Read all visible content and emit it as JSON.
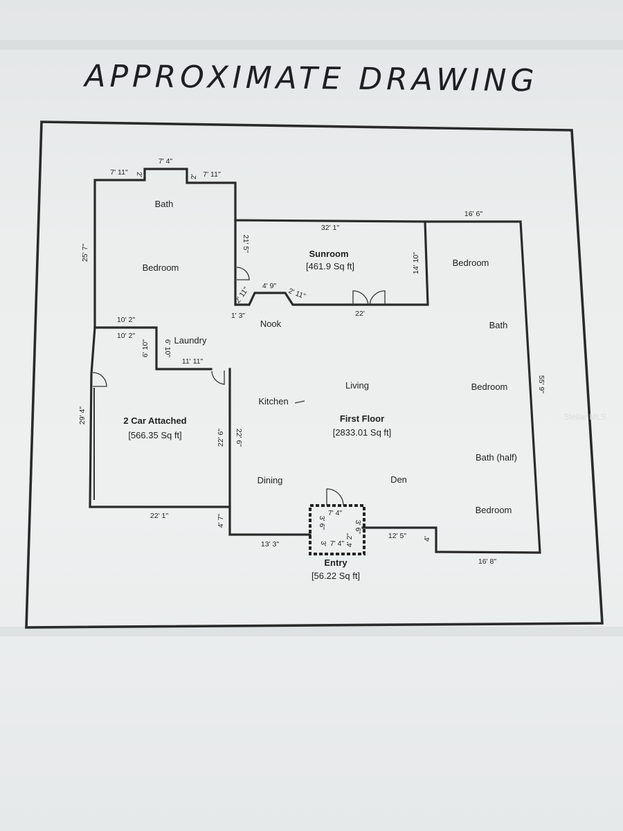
{
  "title": "APPROXIMATE DRAWING",
  "watermark": "Stellar MLS",
  "rooms": {
    "bath_top": "Bath",
    "bedroom_left": "Bedroom",
    "sunroom": "Sunroom",
    "sunroom_area": "[461.9 Sq ft]",
    "bedroom_right_top": "Bedroom",
    "nook": "Nook",
    "bath_right": "Bath",
    "laundry": "Laundry",
    "living": "Living",
    "bedroom_right_mid": "Bedroom",
    "kitchen": "Kitchen",
    "first_floor": "First Floor",
    "first_floor_area": "[2833.01 Sq ft]",
    "garage": "2 Car Attached",
    "garage_area": "[566.35 Sq ft]",
    "bath_half": "Bath (half)",
    "dining": "Dining",
    "den": "Den",
    "bedroom_right_bottom": "Bedroom",
    "entry": "Entry",
    "entry_area": "[56.22 Sq ft]"
  },
  "dimensions": {
    "top_bump": "7' 4\"",
    "top_left": "7' 11\"",
    "top_left_small": "2'",
    "top_right_small": "2'",
    "top_right": "7' 11\"",
    "left_wing_height": "25' 7\"",
    "sunroom_width": "32' 1\"",
    "right_top": "16' 6\"",
    "sunroom_left": "21' 5\"",
    "sunroom_right": "14' 10\"",
    "sunroom_angle_left": "2' 11\"",
    "sunroom_mid": "4' 9\"",
    "sunroom_angle_right": "2' 11\"",
    "sunroom_bottom": "22'",
    "nook_step": "1' 3\"",
    "garage_top_a": "10' 2\"",
    "garage_top_b": "10' 2\"",
    "laundry_side": "6' 10\"",
    "laundry_side_b": "6' 10\"",
    "laundry_bottom": "11' 11\"",
    "right_side": "55' 9\"",
    "garage_left": "29' 4\"",
    "garage_right": "22' 6\"",
    "kitchen_left": "22' 6\"",
    "garage_bottom": "22' 1\"",
    "front_step": "4' 7\"",
    "entry_top": "7' 4\"",
    "entry_right": "3' 6\"",
    "entry_left": "3' 6\"",
    "entry_bottom": "7' 4\"",
    "entry_left_b": "3'",
    "entry_right_b": "4' 2\"",
    "front_left": "13' 3\"",
    "front_right": "12' 5\"",
    "bedroom_step": "4'",
    "bottom_right": "16' 8\""
  }
}
